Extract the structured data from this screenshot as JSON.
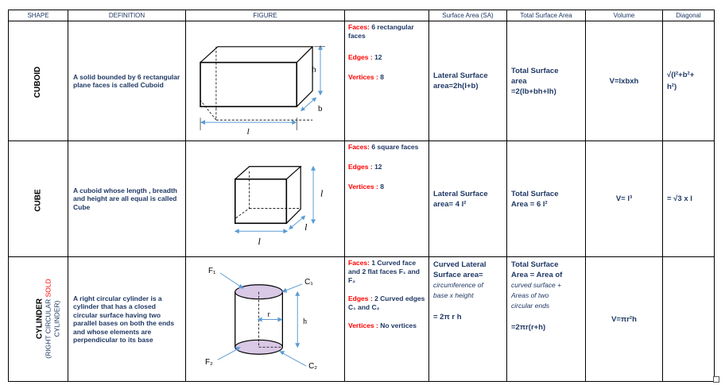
{
  "headers": {
    "shape": "SHAPE",
    "definition": "DEFINITION",
    "figure": "FIGURE",
    "surface_area": "Surface Area (SA)",
    "total_surface_area": "Total Surface Area",
    "volume": "Volume",
    "diagonal": "Diagonal"
  },
  "rows": {
    "cuboid": {
      "shape": "CUBOID",
      "definition": "A solid bounded by 6 rectangular plane faces is called Cuboid",
      "faces_label": "Faces:",
      "faces_value": "6 rectangular faces",
      "edges_label": "Edges :",
      "edges_value": "12",
      "vertices_label": "Vertices :",
      "vertices_value": "8",
      "sa_line1": "Lateral Surface",
      "sa_line2": "area=2h(l+b)",
      "tsa_line1": "Total Surface",
      "tsa_line2": "area",
      "tsa_line3": "=2(lb+bh+lh)",
      "volume": "V=lxbxh",
      "diagonal_line1": "√(l²+b²+",
      "diagonal_line2": "h²)",
      "fig_label_h": "h",
      "fig_label_b": "b",
      "fig_label_l": "l"
    },
    "cube": {
      "shape": "CUBE",
      "definition": "A cuboid whose length , breadth and height are all equal is called Cube",
      "faces_label": "Faces:",
      "faces_value": "6 square faces",
      "edges_label": "Edges :",
      "edges_value": "12",
      "vertices_label": "Vertices :",
      "vertices_value": "8",
      "sa_line1": "Lateral Surface",
      "sa_line2": "area= 4 l²",
      "tsa_line1": "Total Surface",
      "tsa_line2": "Area = 6 l²",
      "volume": "V= l³",
      "diagonal": "= √3 x l",
      "fig_label_l": "l"
    },
    "cylinder": {
      "shape": "CYLINDER",
      "shape_sub_a": "(RIGHT CIRCULAR ",
      "shape_sub_red": "SOLD",
      "shape_sub_b": "CYLINDER)",
      "definition": "A right circular cylinder is a cylinder that has a closed circular surface having two parallel bases on both the ends and whose elements are perpendicular to its base",
      "faces_label": "Faces:",
      "faces_value": "1 Curved face and 2 flat faces F₁ and F₂",
      "edges_label": "Edges :",
      "edges_value": "2 Curved edges C₁ and C₂",
      "vertices_label": "Vertices :",
      "vertices_value": "No vertices",
      "sa_line1": "Curved Lateral",
      "sa_line2": "Surface area=",
      "sa_line3": "circumference of",
      "sa_line4": "base x height",
      "sa_line5": "= 2π r h",
      "tsa_line1": "Total Surface",
      "tsa_line2": "Area = Area of",
      "tsa_line3": "curved surface +",
      "tsa_line4": "Areas of two",
      "tsa_line5": "circular ends",
      "tsa_line6": "=2πr(r+h)",
      "volume": "V=πr²h",
      "fig_F1": "F₁",
      "fig_F2": "F₂",
      "fig_C1": "C₁",
      "fig_C2": "C₂",
      "fig_r": "r",
      "fig_h": "h"
    }
  },
  "colors": {
    "text": "#1f3864",
    "red": "#ff0000",
    "arrow": "#5b9bd5",
    "cylinder_fill": "#d9c8e6"
  }
}
